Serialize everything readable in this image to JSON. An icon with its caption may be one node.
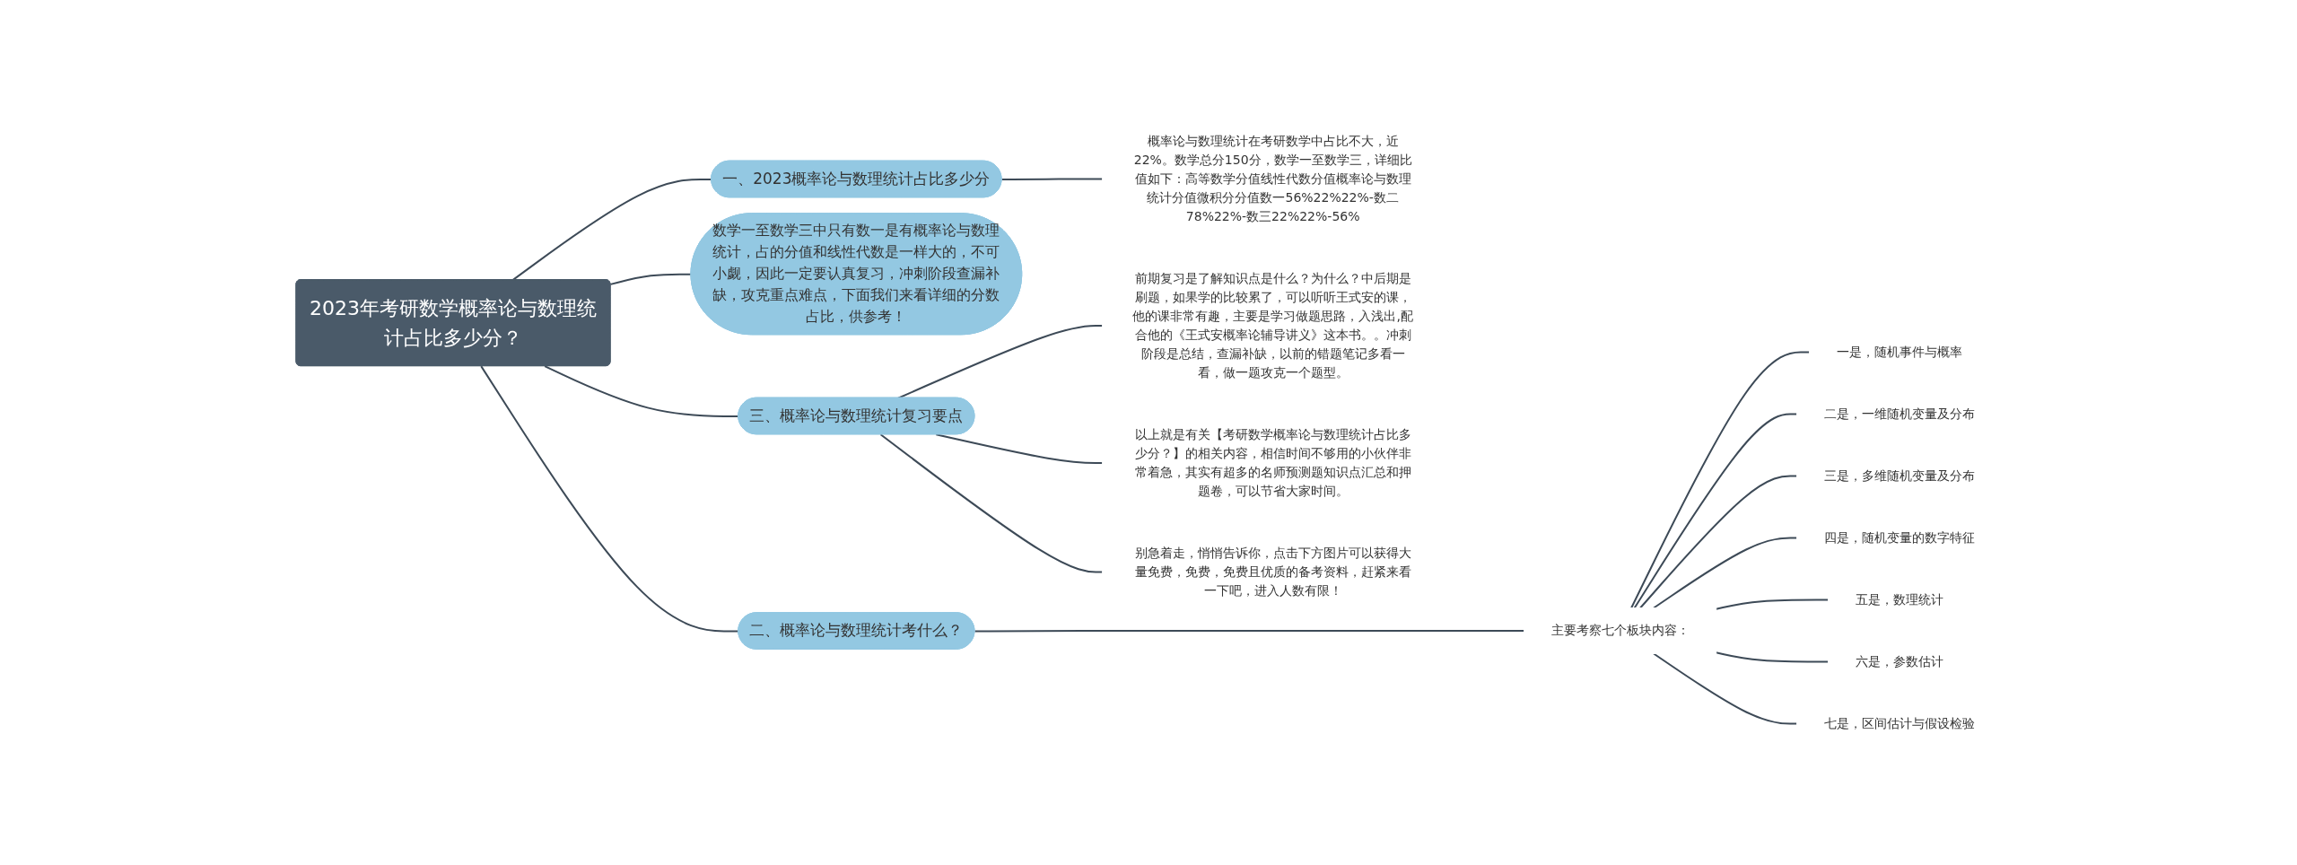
{
  "diagram": {
    "nodes": [
      {
        "text": [
          "2023年考研数学概率论与数理统计占比多少分？"
        ]
      },
      {
        "text": [
          "一、2023概率论与数理统计占比多少分"
        ]
      },
      {
        "text": [
          "概率论与数理统计在考研数学中占比不大，近22%。数学总分150分，数学一至数学三，详细比值如下：高等数学分值线性代数分值概率论与数理统计分值微积分分值数一56%22%22%-数二78%22%-数三22%22%-56%"
        ]
      },
      {
        "text": [
          "数学一至数学三中只有数一是有概率论与数理统计，占的分值和线性代数是一样大的，不可小觑，因此一定要认真复习，冲刺阶段查漏补缺，攻克重点难点，下面我们来看详细的分数占比，供参考！"
        ]
      },
      {
        "text": [
          "三、概率论与数理统计复习要点"
        ]
      },
      {
        "text": [
          "前期复习是了解知识点是什么？为什么？中后期是刷题，如果学的比较累了，可以听听王式安的课，他的课非常有趣，主要是学习做题思路，入浅出,配合他的《王式安概率论辅导讲义》这本书。。冲刺阶段是总结，查漏补缺，以前的错题笔记多看一看，做一题攻克一个题型。"
        ]
      },
      {
        "text": [
          "以上就是有关【考研数学概率论与数理统计占比多少分？】的相关内容，相信时间不够用的小伙伴非常着急，其实有超多的名师预测题知识点汇总和押题卷，可以节省大家时间。"
        ]
      },
      {
        "text": [
          "别急着走，悄悄告诉你，点击下方图片可以获得大量免费，免费，免费且优质的备考资料，赶紧来看一下吧，进入人数有限！"
        ]
      },
      {
        "text": [
          "二、概率论与数理统计考什么？"
        ]
      },
      {
        "text": [
          "主要考察七个板块内容："
        ]
      },
      {
        "text": [
          "一是，随机事件与概率"
        ]
      },
      {
        "text": [
          "二是，一维随机变量及分布"
        ]
      },
      {
        "text": [
          "三是，多维随机变量及分布"
        ]
      },
      {
        "text": [
          "四是，随机变量的数字特征"
        ]
      },
      {
        "text": [
          "五是，数理统计"
        ]
      },
      {
        "text": [
          "六是，参数估计"
        ]
      },
      {
        "text": [
          "七是，区间估计与假设检验"
        ]
      }
    ],
    "edges": [
      {
        "from": 0,
        "to": 1,
        "arrow": "none"
      },
      {
        "from": 1,
        "to": 2,
        "arrow": "none"
      },
      {
        "from": 0,
        "to": 3,
        "arrow": "none"
      },
      {
        "from": 0,
        "to": 4,
        "arrow": "none"
      },
      {
        "from": 4,
        "to": 5,
        "arrow": "none"
      },
      {
        "from": 4,
        "to": 6,
        "arrow": "none"
      },
      {
        "from": 4,
        "to": 7,
        "arrow": "none"
      },
      {
        "from": 0,
        "to": 8,
        "arrow": "none"
      },
      {
        "from": 8,
        "to": 9,
        "arrow": "none"
      },
      {
        "from": 9,
        "to": 10,
        "arrow": "none"
      },
      {
        "from": 9,
        "to": 11,
        "arrow": "none"
      },
      {
        "from": 9,
        "to": 12,
        "arrow": "none"
      },
      {
        "from": 9,
        "to": 13,
        "arrow": "none"
      },
      {
        "from": 9,
        "to": 14,
        "arrow": "none"
      },
      {
        "from": 9,
        "to": 15,
        "arrow": "none"
      },
      {
        "from": 9,
        "to": 16,
        "arrow": "none"
      }
    ]
  }
}
